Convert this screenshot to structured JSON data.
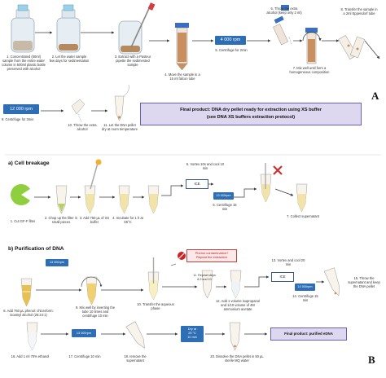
{
  "part_a": {
    "label": "A",
    "top_step_captions": [
      "1. Concentrated (50ml) sample from the entire water column in 500ml plastic bottle preserved with alcohol",
      "2. Let the water sample few days for sedimentation",
      "3. Extract with a Pasteur pipette the sedimented sample",
      "4. Move the sample in a 15 ml falcon tube",
      "5. Centrifuge for 2min",
      "6. Throw the extra alcohol (keep only 2 ml)",
      "7. Mix well until form a homogeneous composition",
      "8. Transfer the sample in a 2ml Eppendorf tube"
    ],
    "rpm_top": "4 000 rpm",
    "rpm_bottom": "12 000 rpm",
    "bottom_step_captions": [
      "9. Centrifuge for 3min",
      "10. Throw the extra alcohol",
      "11. Let the DNA pellet dry at room temperature"
    ],
    "final_line1": "Final product: DNA dry pellet ready for extraction using XS buffer",
    "final_line2": "(see DNA XS buffers extraction protocol)"
  },
  "part_b": {
    "label": "B",
    "section_a_title": "a) Cell breakage",
    "cell_captions": [
      "1. Cut GF-F filter",
      "2. Chop up the filter in small pieces",
      "3. Add 750 μL of XS buffer",
      "4. Incubate for 1 h at 65°C",
      "5. Vortex 10s and cool 10 min",
      "6. Centrifuge 15 min",
      "7. Collect supernatant"
    ],
    "ice_label": "ICE",
    "rpm_small": "13 000rpm",
    "section_b_title": "b) Purification of DNA",
    "purif_captions": [
      "8. Add 750 μL phenol: chloroform: isoamyl alcohol (25:24:1)",
      "9. Mix well by inverting the tube 10 times and centrifuge 10 min",
      "10. Transfer the aqueous phase",
      "11. Repeat steps 8,9 and 10",
      "12. Add 1 volume isopropanol and 1/10 volume of 4M ammonium acetate",
      "13. Vortex and cool 20 min",
      "14. Centrifuge 15 min",
      "15. Throw the supernatant and keep the DNA pellet"
    ],
    "warning_line1": "Phenol contamination?",
    "warning_line2": "Repeat the extraction",
    "last_captions": [
      "16. Add 1 ml 70% ethanol",
      "17. Centrifuge 10 min",
      "18. remove the supernatant",
      "19. Dry at 25 °C 10 min",
      "20. Dissolve the DNA pellet in 50 μL sterile MQ water"
    ],
    "dry_label_line1": "Dry at",
    "dry_label_line2": "25 °C",
    "dry_label_line3": "10 min",
    "final_short": "Final product: purified eDNA"
  }
}
